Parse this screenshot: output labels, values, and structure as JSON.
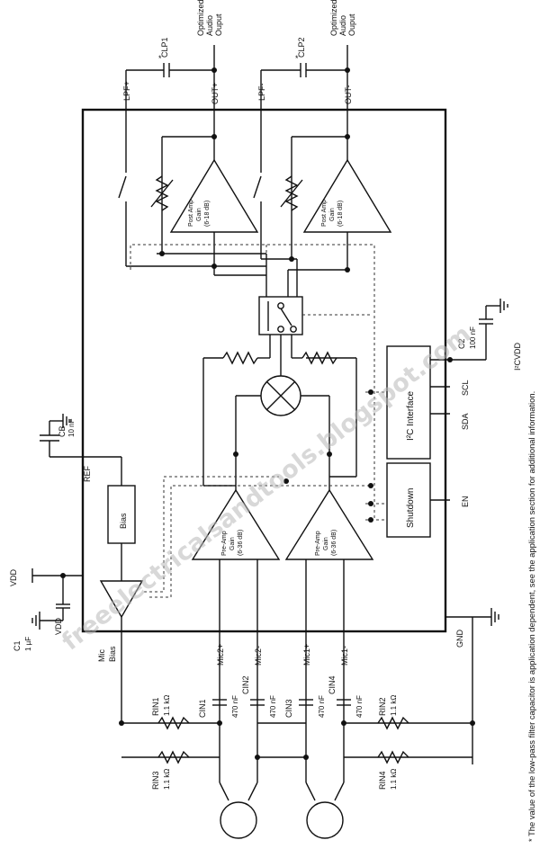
{
  "chip": {
    "post_amp_label": "Post Amp",
    "post_amp_gain": "Gain",
    "post_amp_range": "(6-18 dB)",
    "pre_amp_label": "Pre-Amp",
    "pre_amp_gain": "Gain",
    "pre_amp_range": "(6-36 dB)",
    "bias_label": "Bias",
    "shutdown_label": "Shutdown",
    "i2c_label": "I²C Interface"
  },
  "pins": {
    "lpf_plus": "LPF+",
    "lpf_minus": "LPF-",
    "out_plus": "OUT+",
    "out_minus": "OUT-",
    "ref": "REF",
    "vdd": "VDD",
    "mic_bias_1": "Mic",
    "mic_bias_2": "Bias",
    "gnd": "GND",
    "mic2p": "Mic2+",
    "mic2m": "Mic2-",
    "mic1p": "Mic1+",
    "mic1m": "Mic1-",
    "sda": "SDA",
    "scl": "SCL",
    "en": "EN",
    "i2c_vdd": "I²CVDD"
  },
  "outputs": {
    "line1": "Optimized",
    "line2": "Audio",
    "line3": "Ouput"
  },
  "components": {
    "clp1": "CLP1",
    "clp2": "CLP2",
    "cb": "CB",
    "cb_val": "10 nF",
    "c1": "C1",
    "c1_val": "1 µF",
    "c2": "C2",
    "c2_val": "100 nF",
    "cin1": "CIN1",
    "cin2": "CIN2",
    "cin3": "CIN3",
    "cin4": "CIN4",
    "cin_val": "470 nF",
    "rin1": "RIN1",
    "rin2": "RIN2",
    "rin3": "RIN3",
    "rin4": "RIN4",
    "rin_val": "1.1 kΩ",
    "star": "*"
  },
  "footnote": "* The value of the low-pass filter capacitor  is application dependent, see the application section for additional information.",
  "watermark": "freeelectricalsandtools.blogspot.com"
}
